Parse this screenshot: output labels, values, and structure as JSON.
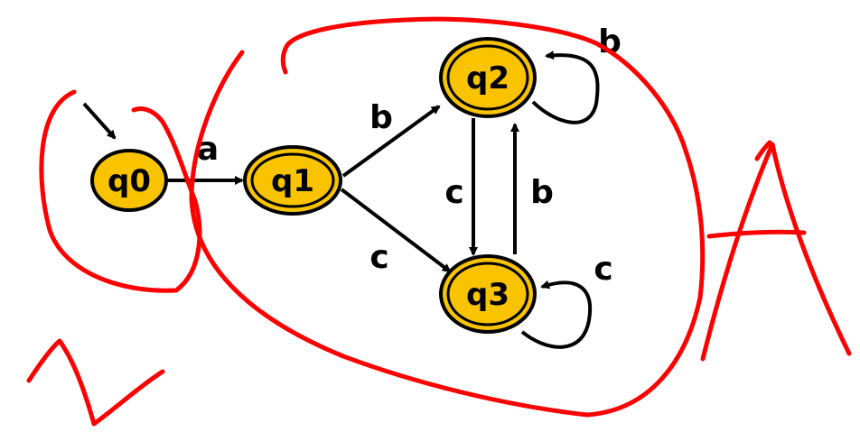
{
  "colors": {
    "state_fill": "#F9C300",
    "state_stroke": "#000000",
    "edge": "#000000",
    "annotation": "#FF0000",
    "background": "#FFFFFF"
  },
  "states": [
    {
      "id": "q0",
      "label": "q0",
      "initial": true,
      "accepting": false
    },
    {
      "id": "q1",
      "label": "q1",
      "initial": false,
      "accepting": true
    },
    {
      "id": "q2",
      "label": "q2",
      "initial": false,
      "accepting": true
    },
    {
      "id": "q3",
      "label": "q3",
      "initial": false,
      "accepting": true
    }
  ],
  "transitions": [
    {
      "from": "q0",
      "to": "q1",
      "label": "a"
    },
    {
      "from": "q1",
      "to": "q2",
      "label": "b"
    },
    {
      "from": "q1",
      "to": "q3",
      "label": "c"
    },
    {
      "from": "q2",
      "to": "q3",
      "label": "c"
    },
    {
      "from": "q3",
      "to": "q2",
      "label": "b"
    },
    {
      "from": "q2",
      "to": "q2",
      "label": "b"
    },
    {
      "from": "q3",
      "to": "q3",
      "label": "c"
    }
  ],
  "annotations": {
    "handwritten_marks": [
      "2",
      "A"
    ]
  }
}
